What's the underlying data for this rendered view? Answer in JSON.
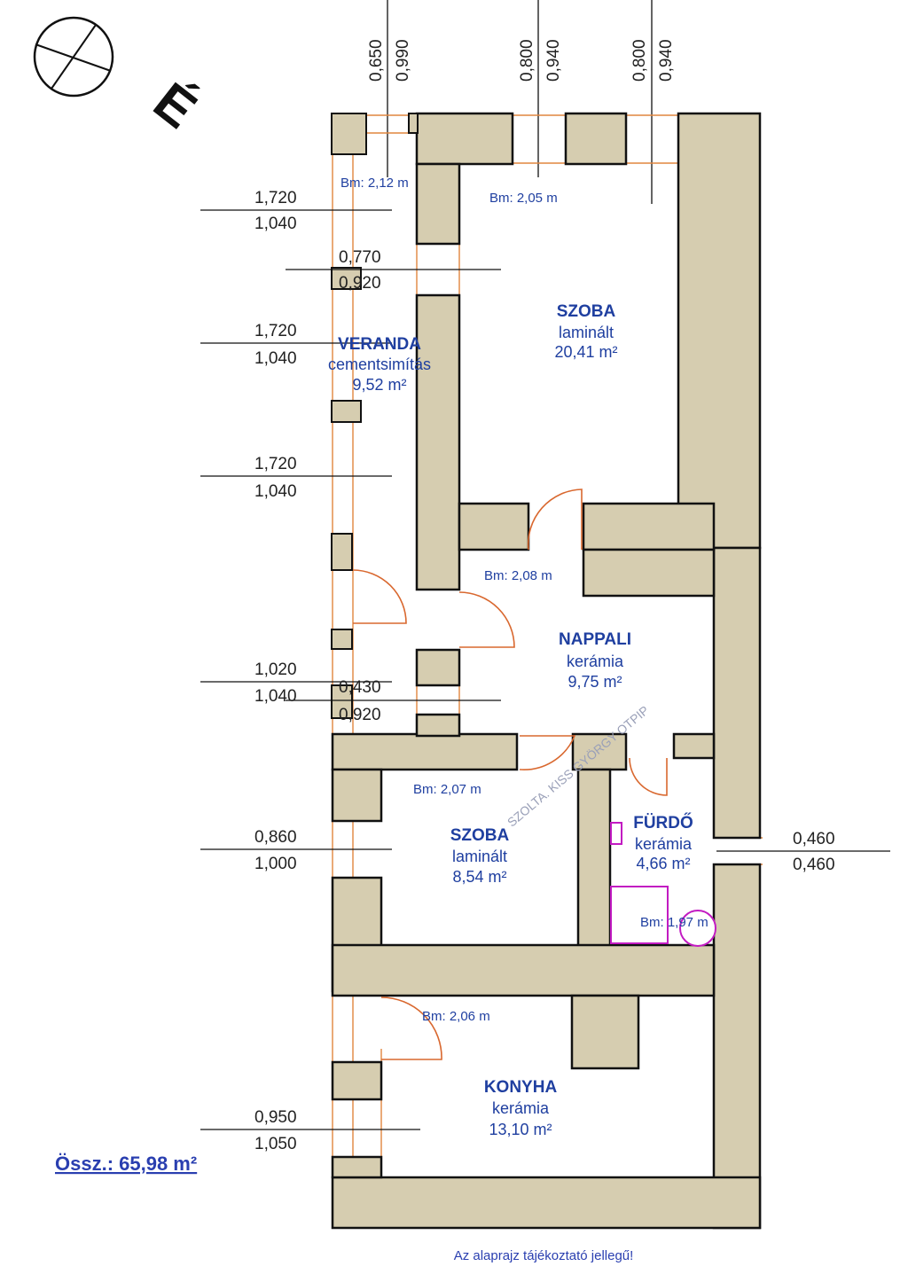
{
  "compass": {
    "north_label": "É"
  },
  "top_dims": [
    {
      "a": "0,650",
      "b": "0,990"
    },
    {
      "a": "0,800",
      "b": "0,940"
    },
    {
      "a": "0,800",
      "b": "0,940"
    }
  ],
  "left_dims": [
    {
      "a": "1,720",
      "b": "1,040"
    },
    {
      "a": "0,770",
      "b": "0,920"
    },
    {
      "a": "1,720",
      "b": "1,040"
    },
    {
      "a": "1,720",
      "b": "1,040"
    },
    {
      "a": "1,020",
      "b": "1,040"
    },
    {
      "a": "0,430",
      "b": "0,920"
    },
    {
      "a": "0,860",
      "b": "1,000"
    },
    {
      "a": "0,950",
      "b": "1,050"
    }
  ],
  "right_dim": {
    "a": "0,460",
    "b": "0,460"
  },
  "rooms": {
    "veranda": {
      "name": "VERANDA",
      "floor": "cementsimítás",
      "area": "9,52 m²",
      "height": "Bm: 2,12 m"
    },
    "szoba1": {
      "name": "SZOBA",
      "floor": "laminált",
      "area": "20,41 m²",
      "height": "Bm: 2,05 m"
    },
    "nappali": {
      "name": "NAPPALI",
      "floor": "kerámia",
      "area": "9,75 m²",
      "height": "Bm: 2,08 m"
    },
    "szoba2": {
      "name": "SZOBA",
      "floor": "laminált",
      "area": "8,54 m²",
      "height": "Bm: 2,07 m"
    },
    "furdo": {
      "name": "FÜRDŐ",
      "floor": "kerámia",
      "area": "4,66 m²",
      "height": "Bm: 1,97 m"
    },
    "konyha": {
      "name": "KONYHA",
      "floor": "kerámia",
      "area": "13,10 m²",
      "height": "Bm: 2,06 m"
    }
  },
  "total": "Össz.: 65,98 m²",
  "footer_note": "Az alaprajz tájékoztató jellegű!",
  "watermark": "SZOLTA. KISS GYÖRGY OTPIP",
  "colors": {
    "wall": "#d6cdb0",
    "label": "#1f3fa0",
    "door": "#d9682f",
    "fixture": "#c21bc2"
  }
}
